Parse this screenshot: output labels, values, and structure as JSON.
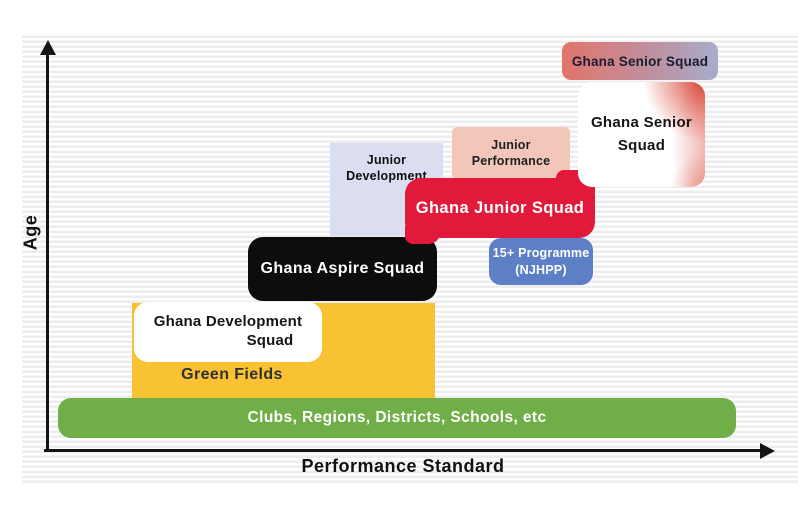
{
  "axes": {
    "y_label": "Age",
    "x_label": "Performance Standard"
  },
  "boxes": {
    "base": {
      "label": "Clubs, Regions, Districts, Schools, etc",
      "color": "#70ae47",
      "text_color": "#ffffff"
    },
    "green_fields": {
      "label": "Green Fields",
      "color": "#f8c233",
      "text_color": "#303030"
    },
    "development": {
      "line1": "Ghana Development",
      "line2": "Squad",
      "color": "#ffffff",
      "text_color": "#161616"
    },
    "aspire": {
      "label": "Ghana Aspire Squad",
      "color": "#0d0d0d",
      "text_color": "#ffffff"
    },
    "junior_development": {
      "line1": "Junior",
      "line2": "Development",
      "color": "#dbdef1",
      "text_color": "#101010"
    },
    "junior_performance": {
      "line1": "Junior",
      "line2": "Performance",
      "color": "#f3c6ba",
      "text_color": "#1d1d1d"
    },
    "junior_squad": {
      "label": "Ghana Junior Squad",
      "color": "#e11a3c",
      "text_color": "#ffffff"
    },
    "programme_15plus": {
      "line1": "15+ Programme",
      "line2": "(NJHPP)",
      "color": "#5c7fc5",
      "text_color": "#ffffff"
    },
    "senior_squad_main": {
      "line1": "Ghana Senior",
      "line2": "Squad",
      "color": "#ffffff",
      "accent_color": "#d32c1b",
      "text_color": "#151515"
    },
    "senior_squad_top": {
      "label": "Ghana Senior Squad",
      "gradient_from": "#e2746b",
      "gradient_to": "#a7accb",
      "text_color": "#1b1b2f"
    }
  }
}
